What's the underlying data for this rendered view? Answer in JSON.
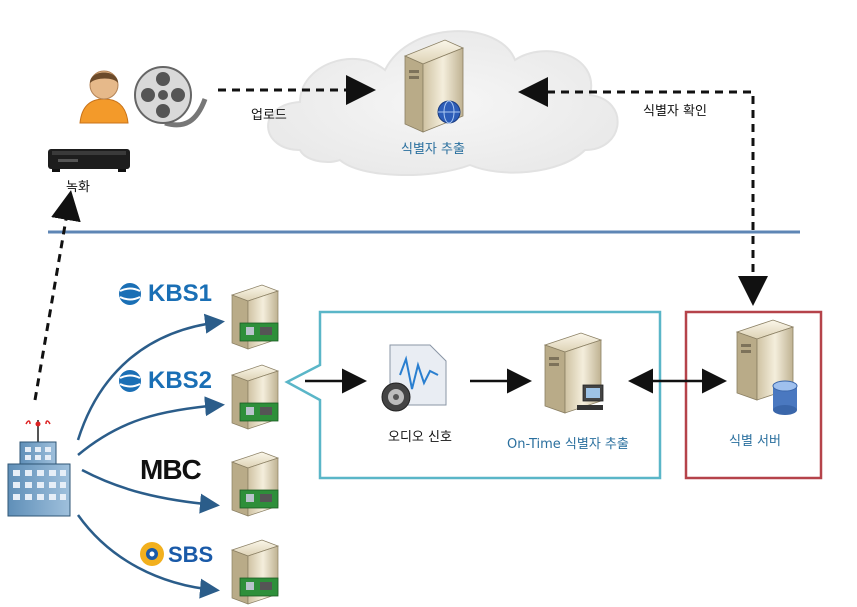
{
  "cloud": {
    "server_label": "식별자 추출",
    "upload_label": "업로드",
    "confirm_label": "식별자 확인"
  },
  "recorder": {
    "label": "녹화"
  },
  "broadcasters": [
    {
      "name": "KBS1",
      "color": "#1a6fb5"
    },
    {
      "name": "KBS2",
      "color": "#1a6fb5"
    },
    {
      "name": "MBC",
      "color": "#111111"
    },
    {
      "name": "SBS",
      "color": "#1a5aa8"
    }
  ],
  "process": {
    "audio_label": "오디오 신호",
    "extract_label": "On-Time 식별자 추출",
    "box_color": "#5ab6c8"
  },
  "id_server": {
    "label": "식별 서버",
    "box_color": "#b5434a"
  },
  "colors": {
    "divider": "#5e86b5",
    "curve": "#2b5d8a",
    "cloud": "#eeeeee"
  }
}
